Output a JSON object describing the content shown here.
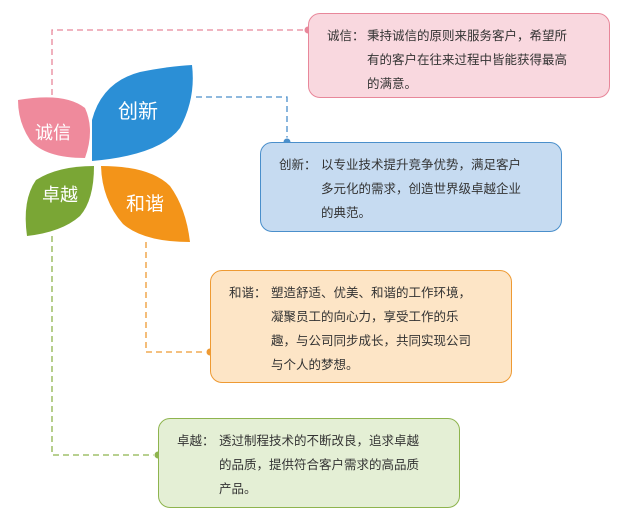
{
  "petals": [
    {
      "id": "chengxin",
      "label": "诚信",
      "color": "#ef8a9c"
    },
    {
      "id": "chuangxin",
      "label": "创新",
      "color": "#2b8fd6"
    },
    {
      "id": "zhuoyue",
      "label": "卓越",
      "color": "#7aa635"
    },
    {
      "id": "hexie",
      "label": "和谐",
      "color": "#f39419"
    }
  ],
  "cards": {
    "chengxin": {
      "term": "诚信：",
      "text": "秉持诚信的原则来服务客户，希望所\n有的客户在往来过程中皆能获得最高\n的满意。"
    },
    "chuangxin": {
      "term": "创新：",
      "text": "以专业技术提升竞争优势，满足客户\n多元化的需求，创造世界级卓越企业\n的典范。"
    },
    "hexie": {
      "term": "和谐：",
      "text": "塑造舒适、优美、和谐的工作环境，\n凝聚员工的向心力，享受工作的乐\n趣，与公司同步成长，共同实现公司\n与个人的梦想。"
    },
    "zhuoyue": {
      "term": "卓越：",
      "text": "透过制程技术的不断改良，追求卓越\n的品质，提供符合客户需求的高品质\n产品。"
    }
  }
}
